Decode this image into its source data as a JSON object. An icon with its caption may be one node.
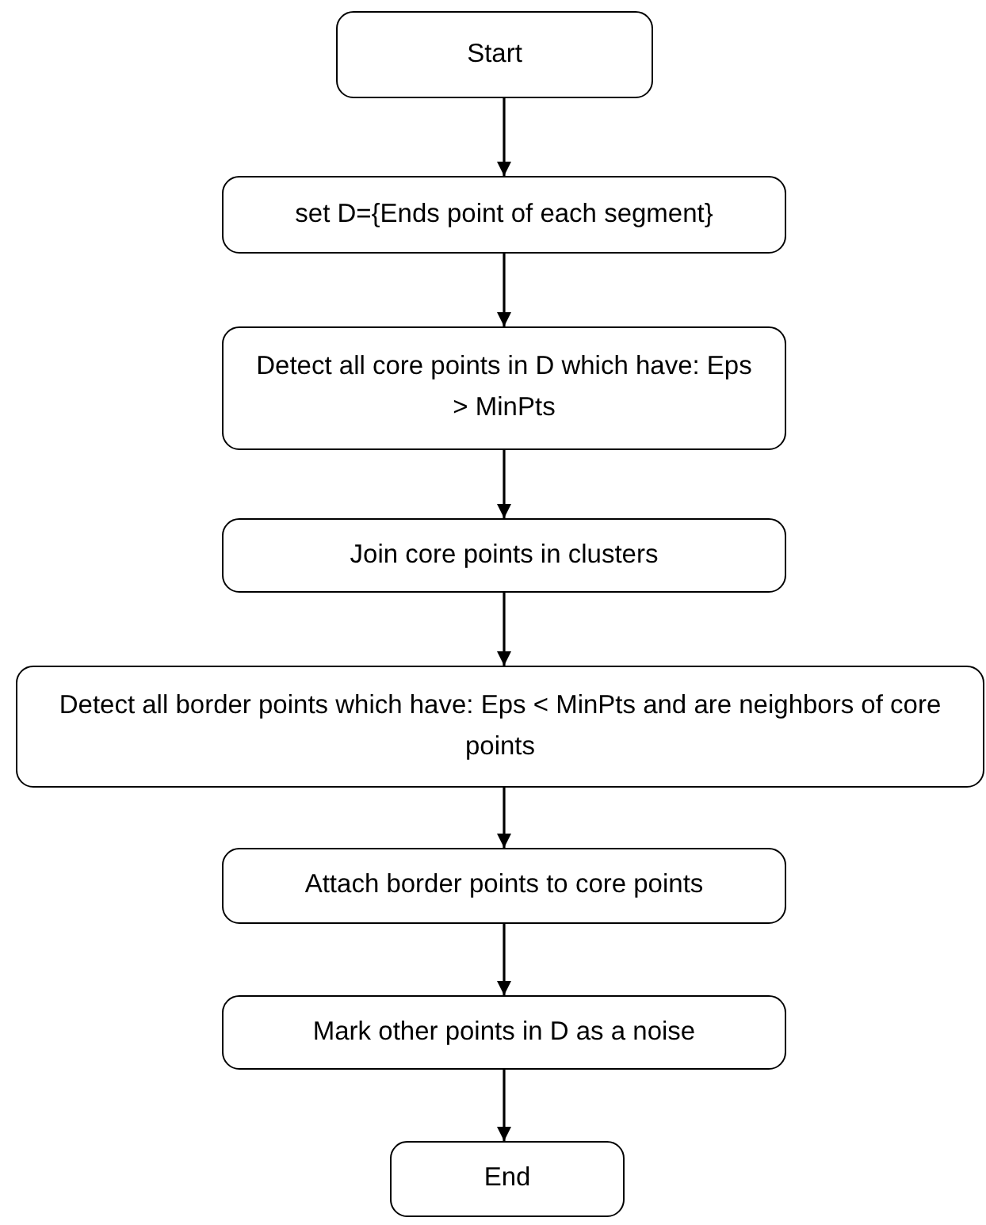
{
  "diagram": {
    "nodes": [
      {
        "text": [
          "Start"
        ]
      },
      {
        "text": [
          "set D={Ends point of each segment}"
        ]
      },
      {
        "text": [
          "Detect all core points in D which have: Eps > MinPts"
        ]
      },
      {
        "text": [
          "Join core points in clusters"
        ]
      },
      {
        "text": [
          "Detect all border points which have: Eps < MinPts and are neighbors of core points"
        ]
      },
      {
        "text": [
          "Attach border points to core points"
        ]
      },
      {
        "text": [
          "Mark other points in D as a noise"
        ]
      },
      {
        "text": [
          "End"
        ]
      }
    ],
    "edges": [
      {
        "from": 0,
        "to": 1,
        "arrow": "to"
      },
      {
        "from": 1,
        "to": 2,
        "arrow": "to"
      },
      {
        "from": 2,
        "to": 3,
        "arrow": "to"
      },
      {
        "from": 3,
        "to": 4,
        "arrow": "to"
      },
      {
        "from": 4,
        "to": 5,
        "arrow": "to"
      },
      {
        "from": 5,
        "to": 6,
        "arrow": "to"
      },
      {
        "from": 6,
        "to": 7,
        "arrow": "to"
      }
    ]
  }
}
